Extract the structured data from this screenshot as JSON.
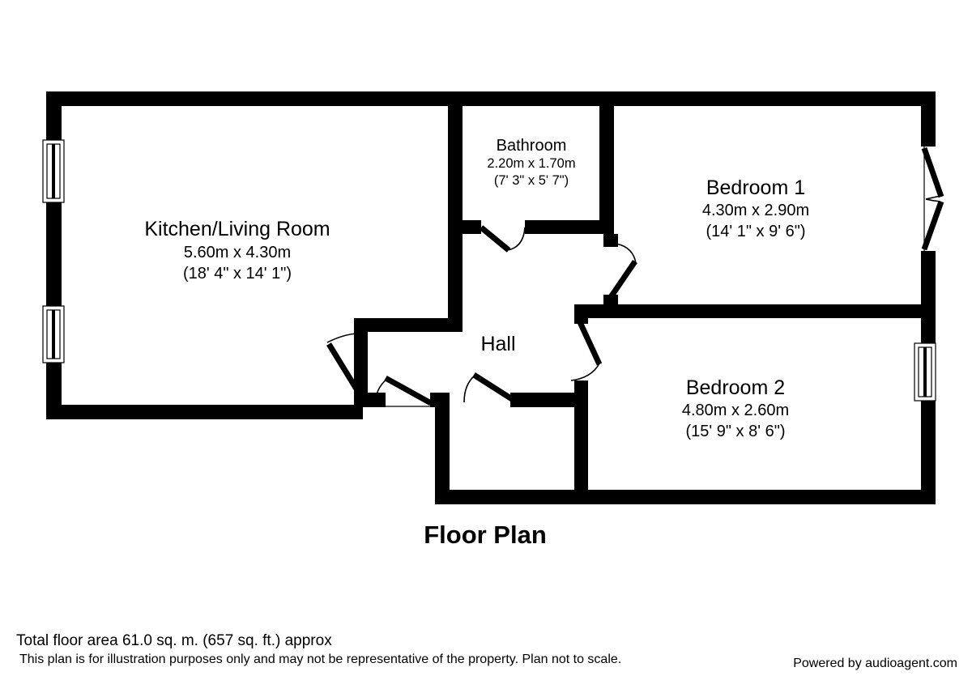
{
  "title": "Floor Plan",
  "rooms": [
    {
      "id": "kitchen-living-room",
      "name": "Kitchen/Living Room",
      "metric": "5.60m x 4.30m",
      "imperial": "(18' 4\" x 14' 1\")"
    },
    {
      "id": "bathroom",
      "name": "Bathroom",
      "metric": "2.20m x 1.70m",
      "imperial": "(7' 3\" x 5' 7\")"
    },
    {
      "id": "bedroom-1",
      "name": "Bedroom 1",
      "metric": "4.30m x 2.90m",
      "imperial": "(14' 1\" x 9' 6\")"
    },
    {
      "id": "bedroom-2",
      "name": "Bedroom 2",
      "metric": "4.80m x 2.60m",
      "imperial": "(15' 9\" x 8' 6\")"
    },
    {
      "id": "hall",
      "name": "Hall",
      "metric": "",
      "imperial": ""
    }
  ],
  "footer": {
    "total_area": "Total floor area 61.0 sq. m. (657 sq. ft.) approx",
    "disclaimer": "This plan is for illustration purposes only and may not be representative of the property. Plan not to scale.",
    "powered_by": "Powered by audioagent.com"
  },
  "colors": {
    "wall": "#000000",
    "background": "#ffffff",
    "text": "#000000"
  }
}
